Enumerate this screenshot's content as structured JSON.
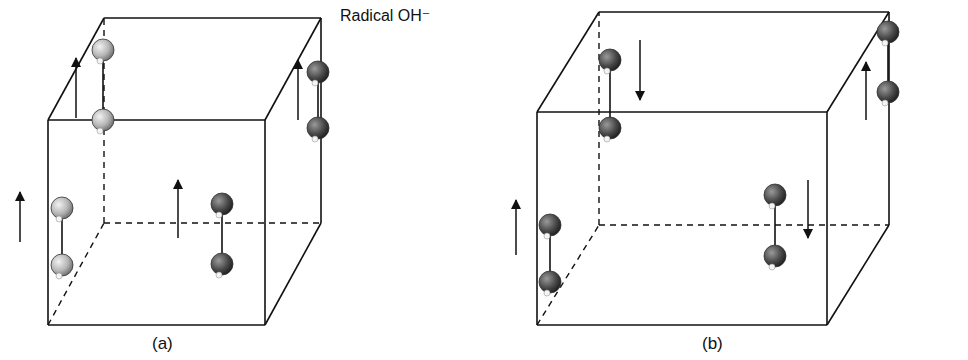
{
  "diagram": {
    "labels": [
      "Radical OH⁻",
      "(a)",
      "(b)"
    ]
  }
}
